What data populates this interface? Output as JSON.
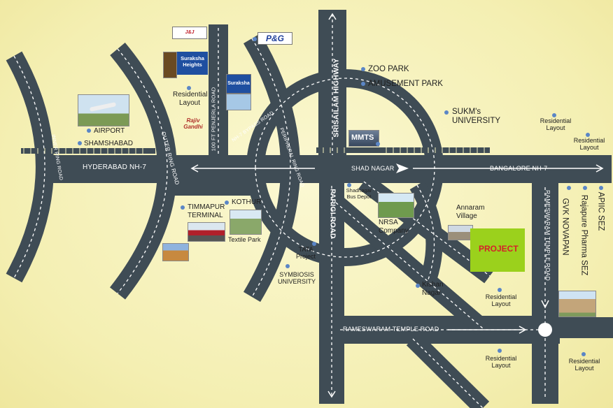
{
  "roads": {
    "hyderabad_nh7": "HYDERABAD NH-7",
    "inner_ring": "INNER RING ROAD",
    "outer_ring": "OUTER RING ROAD",
    "penjerla": "100 FT PENJERLA ROAD",
    "bypass": "NH-7 BYPASS ROAD",
    "peripheral": "PERIPHERAL RING ROAD",
    "srisailam": "SRISAILAM HIGHWAY",
    "shad_nagar": "SHAD NAGAR",
    "bangalore_nh7": "BANGALORE NH-7",
    "parigi": "PARIGI ROAD",
    "rameswaram_v": "RAMESWARAM TEMPLE ROAD",
    "rameswaram_h": "RAMESWARAM TEMPLE ROAD"
  },
  "places": {
    "airport": "AIRPORT",
    "shamshabad": "SHAMSHABAD",
    "suraksha_heights": "Suraksha Heights",
    "residential_layout": "Residential Layout",
    "pg": "P&G",
    "suraksha": "Suraksha",
    "zoo_park": "ZOO PARK",
    "amusement_park": "AMUSEMENT PARK",
    "sukm": "SUKM's UNIVERSITY",
    "mmts": "MMTS",
    "shadnagar_bus_depot": "Shadnagar Bus Depot",
    "kothur": "KOTHUR",
    "timmapur_terminal": "TIMMAPUR TERMINAL",
    "textile_park": "Textile Park",
    "tata_project": "TATA Project",
    "symbiosis": "SYMBIOSIS UNIVERSITY",
    "nrsa": "NRSA Company",
    "annaram": "Annaram Village",
    "project": "PROJECT",
    "kishan_nagar": "Kishan Nagar",
    "gvk_novapan": "GVK NOVAPAN",
    "rajapure": "Rajapure Pharma SEZ",
    "apiic": "APIIC SEZ",
    "rajiv": "Rajiv Gandhi"
  },
  "colors": {
    "road": "#3f4c55",
    "background": "#f6f2be",
    "project": "#9bd11c",
    "dot": "#5b86c6"
  }
}
